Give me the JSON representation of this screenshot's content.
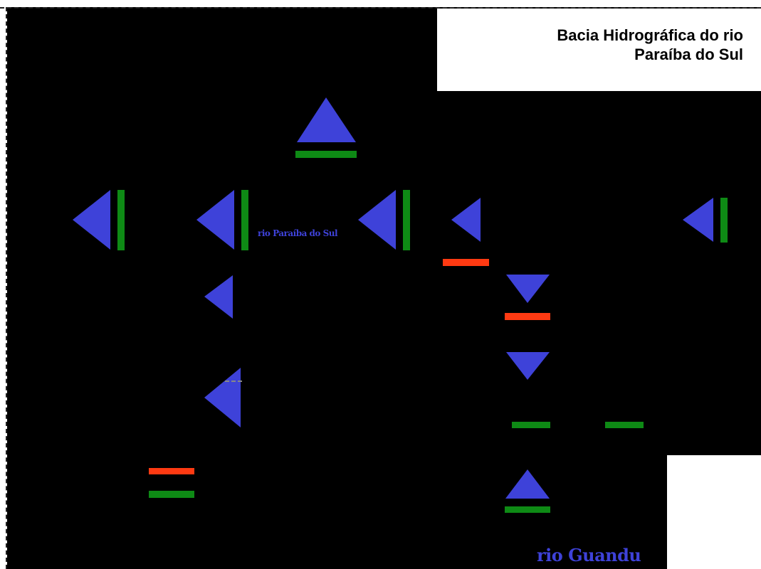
{
  "title": {
    "line1": "Bacia Hidrográfica do rio",
    "line2": "Paraíba do Sul"
  },
  "labels": {
    "paraiba": "rio Paraíba do Sul",
    "guandu": "rio Guandu"
  },
  "colors": {
    "background": "#000000",
    "triangle": "#3e42d9",
    "green_bar": "#0e8a15",
    "red_bar": "#ff3a12",
    "label": "#3e42d9"
  }
}
